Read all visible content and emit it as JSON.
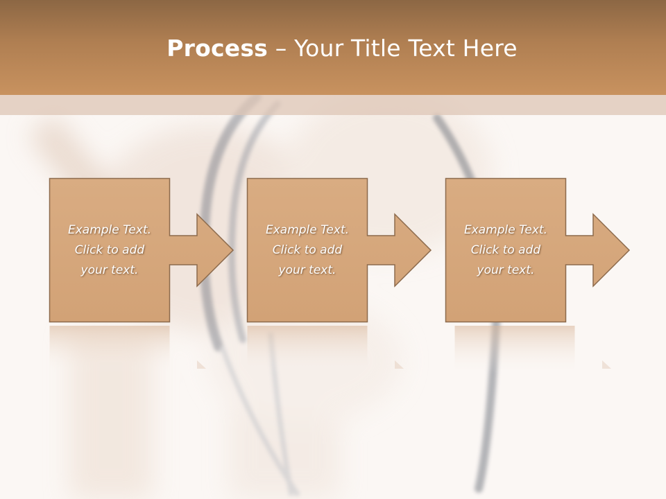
{
  "slide": {
    "title_bold": "Process",
    "title_rest": " – Your Title Text Here"
  },
  "steps": [
    {
      "text": "Example Text.\nClick  to add\nyour text."
    },
    {
      "text": "Example Text.\nClick  to add\nyour text."
    },
    {
      "text": "Example Text.\nClick  to add\nyour text."
    }
  ],
  "colors": {
    "header": "#b07f52",
    "box_fill": "#d7a97e",
    "box_border": "#8c6a4c",
    "background": "#fbf7f4"
  }
}
